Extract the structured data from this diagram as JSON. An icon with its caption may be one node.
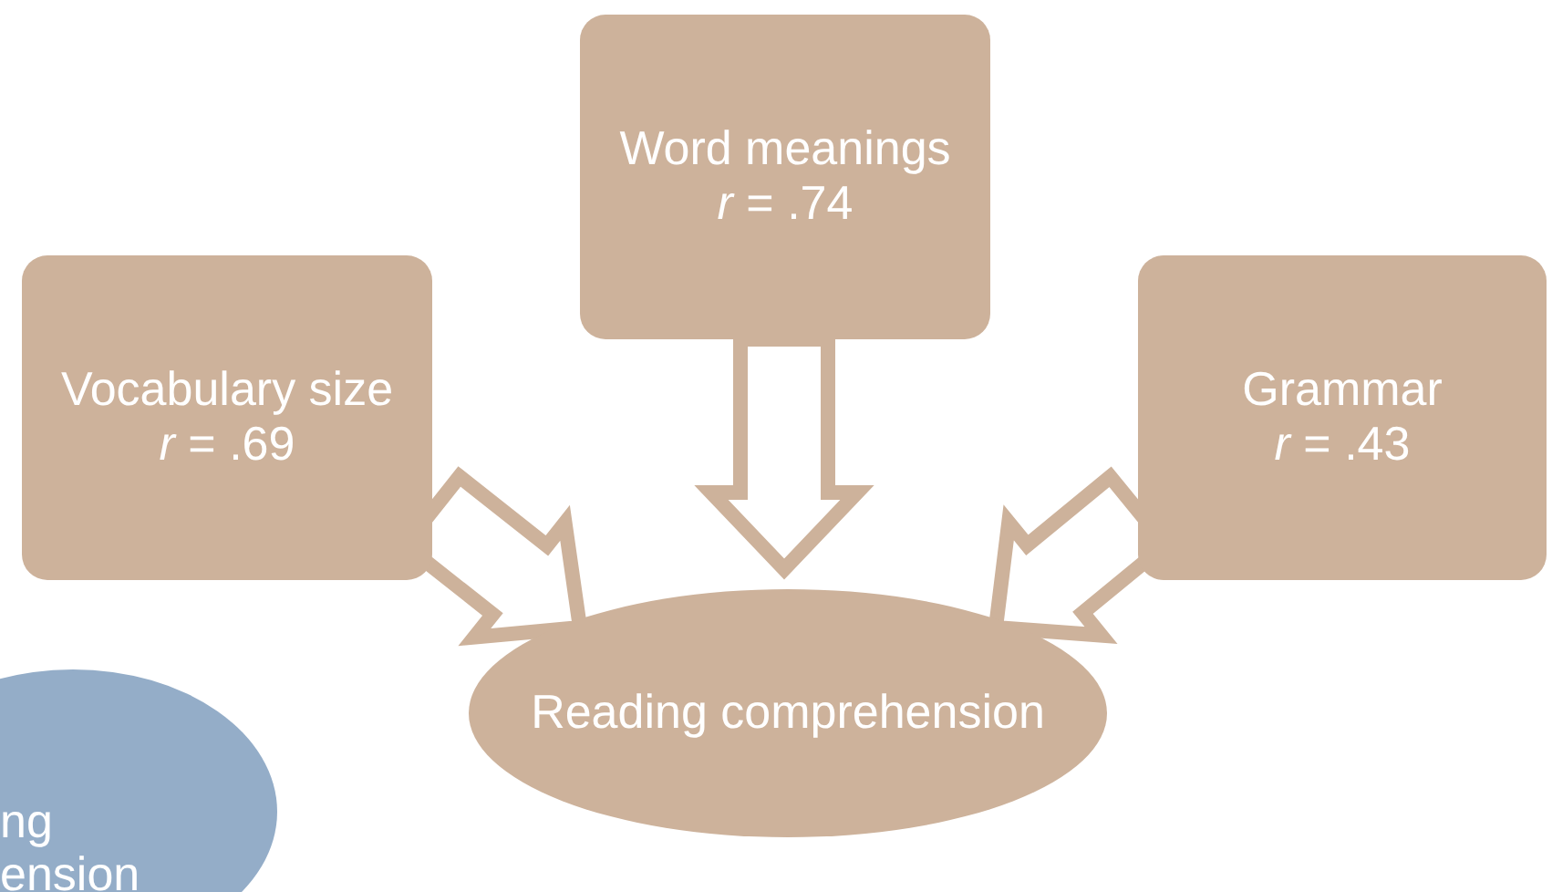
{
  "diagram": {
    "nodes": [
      {
        "text": [
          "Word meanings",
          "*r* = .74"
        ]
      },
      {
        "text": [
          "Vocabulary size",
          "*r* = .69"
        ]
      },
      {
        "text": [
          "Grammar",
          "*r* = .43"
        ]
      },
      {
        "text": [
          "Reading comprehension"
        ]
      },
      {
        "text": [
          "ng ension"
        ]
      }
    ],
    "edges": [
      {
        "from": 1,
        "to": 3,
        "arrow": "to"
      },
      {
        "from": 0,
        "to": 3,
        "arrow": "to"
      },
      {
        "from": 2,
        "to": 3,
        "arrow": "to"
      }
    ]
  }
}
